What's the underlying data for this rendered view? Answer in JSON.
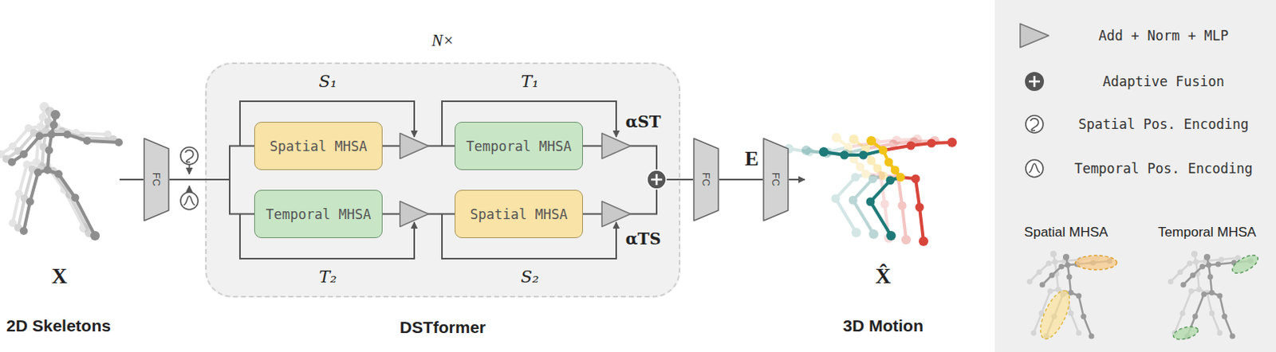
{
  "diagram": {
    "nodes": [
      {
        "text": [
          "FC"
        ]
      },
      {
        "text": [
          "N×",
          "DSTformer"
        ]
      },
      {
        "text": [
          "Spatial MHSA"
        ],
        "in": 1
      },
      {
        "text": [
          "Temporal MHSA"
        ],
        "in": 1
      },
      {
        "text": [
          "Temporal MHSA"
        ],
        "in": 1
      },
      {
        "text": [
          "Spatial MHSA"
        ],
        "in": 1
      },
      {
        "text": [
          "FC"
        ]
      },
      {
        "text": [
          "FC"
        ]
      }
    ],
    "edges": [
      {
        "from": 0,
        "to": 2,
        "arrow": "none"
      },
      {
        "from": 0,
        "to": 4,
        "arrow": "none"
      },
      {
        "from": 2,
        "to": 3,
        "arrow": "none"
      },
      {
        "from": 4,
        "to": 5,
        "arrow": "none"
      },
      {
        "from": 3,
        "to": 6,
        "arrow": "none"
      },
      {
        "from": 5,
        "to": 6,
        "arrow": "none"
      },
      {
        "from": 6,
        "to": 7,
        "label": "E",
        "arrow": "none"
      }
    ],
    "labels": [
      "X",
      "2D Skeletons",
      "S₁",
      "T₁",
      "αST",
      "T₂",
      "S₂",
      "αTS",
      "X̂",
      "3D Motion",
      "Spatial MHSA",
      "Temporal MHSA"
    ],
    "legend": [
      {
        "text": "Add + Norm + MLP"
      },
      {
        "text": "Adaptive Fusion"
      },
      {
        "text": "Spatial Pos. Encoding"
      },
      {
        "text": "Temporal Pos. Encoding"
      }
    ]
  }
}
